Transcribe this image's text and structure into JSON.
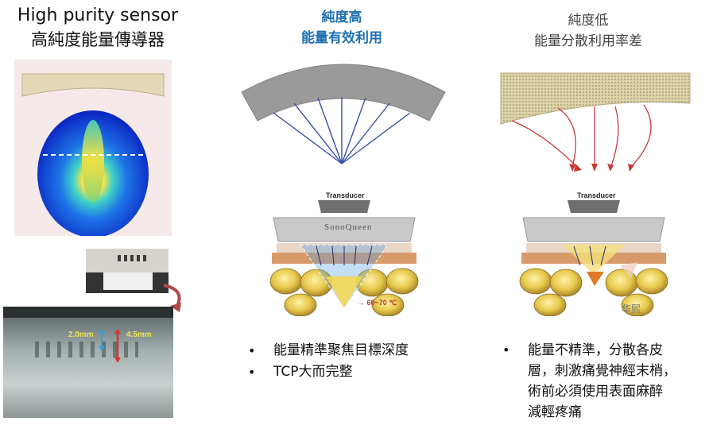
{
  "left": {
    "title_en": "High purity sensor",
    "title_zh": "高純度能量傳導器",
    "measure_a": "2.0mm",
    "measure_b": "4.5mm"
  },
  "middle": {
    "title_line1": "純度高",
    "title_line2": "能量有效利用",
    "transducer_label": "Transducer",
    "brand": "SonoQueen",
    "temp_label": "→ 60~70 ℃",
    "bullets": [
      "能量精準聚焦目標深度",
      "TCP大而完整"
    ]
  },
  "right": {
    "title_line1": "純度低",
    "title_line2": "能量分散利用率差",
    "transducer_label": "Transducer",
    "watermark": "华熙",
    "bullets_line": [
      "能量不精準，分散各皮",
      "層，刺激痛覺神經末梢，",
      "術前必須使用表面麻醉",
      "減輕疼痛"
    ]
  },
  "colors": {
    "accent_blue": "#1f6fb2",
    "sensor_beige": "#e3d9b6",
    "arrow_red": "#c73a3a",
    "fat_yellow": "#e6c84a"
  }
}
